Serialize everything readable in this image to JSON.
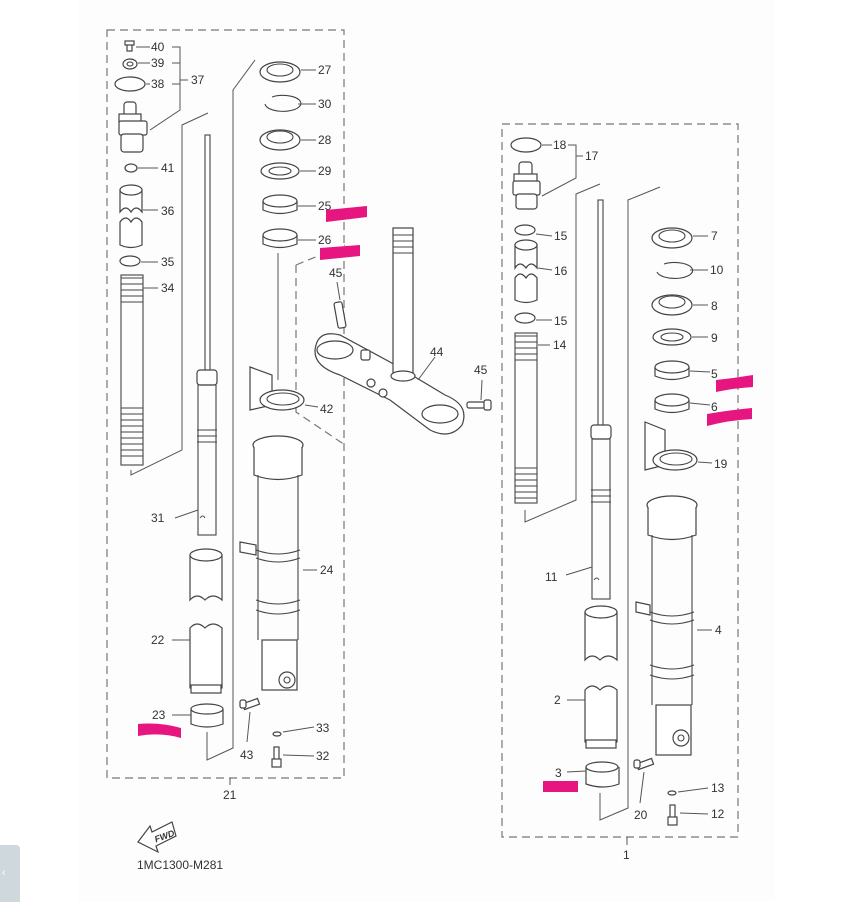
{
  "diagram": {
    "code": "1MC1300-M281",
    "fwd_label": "FWD",
    "highlight_color": "#e6157f",
    "assemblies": [
      {
        "id": "21",
        "name": "left-fork-assembly"
      },
      {
        "id": "1",
        "name": "right-fork-assembly"
      }
    ],
    "labels": {
      "p40": "40",
      "p39": "39",
      "p38": "38",
      "p37": "37",
      "p41": "41",
      "p36": "36",
      "p35": "35",
      "p34": "34",
      "p31": "31",
      "p22": "22",
      "p23": "23",
      "p27": "27",
      "p30": "30",
      "p28": "28",
      "p29": "29",
      "p25": "25",
      "p26": "26",
      "p42": "42",
      "p24": "24",
      "p43": "43",
      "p33": "33",
      "p32": "32",
      "p21": "21",
      "p45a": "45",
      "p44": "44",
      "p45b": "45",
      "p18": "18",
      "p17": "17",
      "p15a": "15",
      "p16": "16",
      "p15b": "15",
      "p14": "14",
      "p11": "11",
      "p2": "2",
      "p3": "3",
      "p7": "7",
      "p10": "10",
      "p8": "8",
      "p9": "9",
      "p5": "5",
      "p6": "6",
      "p19": "19",
      "p4": "4",
      "p20": "20",
      "p13": "13",
      "p12": "12",
      "p1": "1"
    },
    "highlighted_parts": [
      "25",
      "26",
      "23",
      "5",
      "6",
      "3"
    ]
  },
  "ui": {
    "side_tab_icon": "chevron-left-icon"
  }
}
